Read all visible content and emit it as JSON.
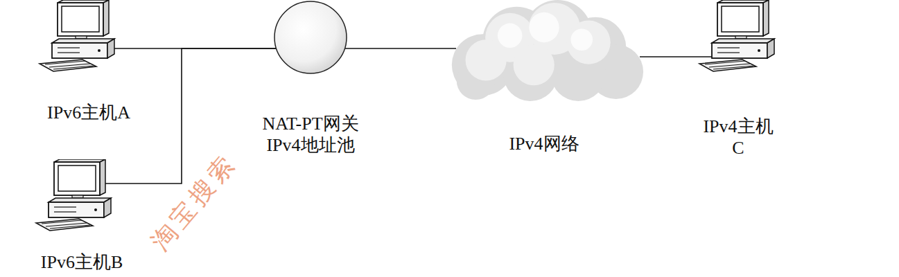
{
  "diagram": {
    "nodes": [
      {
        "text": [
          "IPv6主机A"
        ]
      },
      {
        "text": [
          "IPv6主机B"
        ]
      },
      {
        "text": [
          "NAT-PT网关 IPv4地址池"
        ]
      },
      {
        "text": [
          "IPv4网络"
        ]
      },
      {
        "text": [
          "IPv4主机 C"
        ]
      }
    ],
    "edges": [
      {
        "from": 0,
        "to": 2,
        "arrow": "none"
      },
      {
        "from": 1,
        "to": 2,
        "arrow": "none"
      },
      {
        "from": 2,
        "to": 3,
        "arrow": "none"
      },
      {
        "from": 3,
        "to": 4,
        "arrow": "none"
      }
    ],
    "labels": [
      "淘宝搜索"
    ]
  }
}
